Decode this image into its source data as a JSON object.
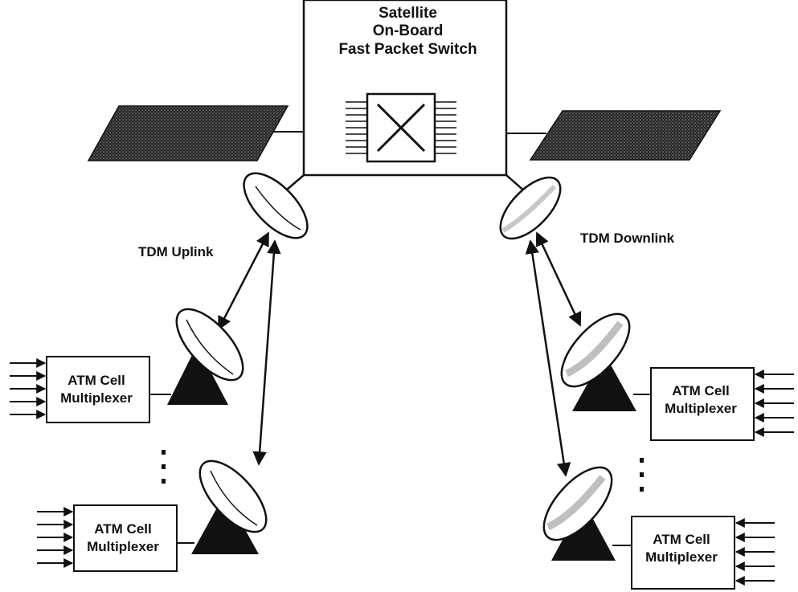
{
  "satellite": {
    "title_lines": [
      "Satellite",
      "On-Board",
      "Fast Packet Switch"
    ]
  },
  "links": {
    "uplink": "TDM Uplink",
    "downlink": "TDM Downlink"
  },
  "multiplexers": [
    {
      "line1": "ATM Cell",
      "line2": "Multiplexer"
    },
    {
      "line1": "ATM Cell",
      "line2": "Multiplexer"
    },
    {
      "line1": "ATM Cell",
      "line2": "Multiplexer"
    },
    {
      "line1": "ATM Cell",
      "line2": "Multiplexer"
    }
  ],
  "colors": {
    "ink": "#111111",
    "solar_panel": "#3a3a3a",
    "dish_shade": "#b8b8b8",
    "background": "#ffffff"
  }
}
